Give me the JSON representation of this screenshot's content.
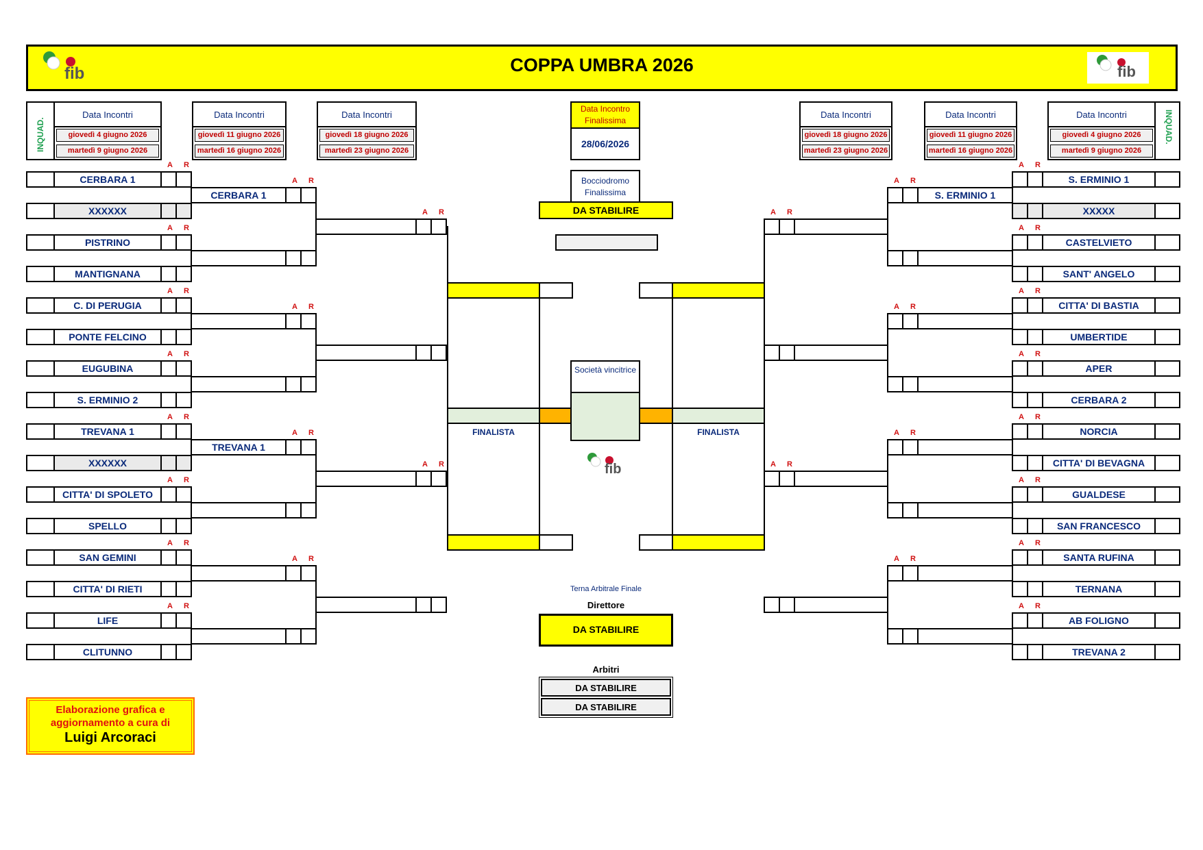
{
  "header": {
    "title": "COPPA UMBRA 2026"
  },
  "logos": {
    "small_text": "fib"
  },
  "dates": {
    "label": "Data Incontri",
    "inquad": "INQUAD.",
    "round1": [
      "giovedì 4 giugno 2026",
      "martedì 9 giugno 2026"
    ],
    "round2": [
      "giovedì 11 giugno 2026",
      "martedì 16 giugno 2026"
    ],
    "round3": [
      "giovedì 18 giugno 2026",
      "martedì 23 giugno 2026"
    ]
  },
  "center": {
    "final_date_label": "Data Incontro Finalissima",
    "final_date": "28/06/2026",
    "venue_label": "Bocciodromo Finalissima",
    "venue": "DA STABILIRE",
    "winner_label": "Società vincitrice",
    "finalist_left": "FINALISTA",
    "finalist_right": "FINALISTA",
    "referee_label": "Terna Arbitrale Finale",
    "director_label": "Direttore",
    "director": "DA STABILIRE",
    "arbiters_label": "Arbitri",
    "arbiter1": "DA STABILIRE",
    "arbiter2": "DA STABILIRE"
  },
  "score_labels": {
    "a": "A",
    "r": "R"
  },
  "left_teams": [
    "CERBARA 1",
    "XXXXXX",
    "PISTRINO",
    "MANTIGNANA",
    "C.  DI PERUGIA",
    "PONTE FELCINO",
    "EUGUBINA",
    "S. ERMINIO 2",
    "TREVANA 1",
    "XXXXXX",
    "CITTA' DI SPOLETO",
    "SPELLO",
    "SAN GEMINI",
    "CITTA' DI RIETI",
    "LIFE",
    "CLITUNNO"
  ],
  "right_teams": [
    "S. ERMINIO 1",
    "XXXXX",
    "CASTELVIETO",
    "SANT' ANGELO",
    "CITTA' DI BASTIA",
    "UMBERTIDE",
    "APER",
    "CERBARA 2",
    "NORCIA",
    "CITTA' DI BEVAGNA",
    "GUALDESE",
    "SAN FRANCESCO",
    "SANTA RUFINA",
    "TERNANA",
    "AB FOLIGNO",
    "TREVANA 2"
  ],
  "left_r2": [
    "CERBARA 1",
    "",
    "",
    "",
    "TREVANA 1",
    "",
    "",
    ""
  ],
  "right_r2": [
    "S. ERMINIO 1",
    "",
    "",
    "",
    "",
    "",
    "",
    ""
  ],
  "credits": {
    "line1": "Elaborazione grafica e",
    "line2": "aggiornamento a cura di",
    "author": "Luigi Arcoraci"
  },
  "colors": {
    "yellow": "#ffff00",
    "orange": "#ffb300",
    "green_light": "#e2efdc",
    "team_blue": "#0a2a7a",
    "accent_red": "#d01010"
  }
}
